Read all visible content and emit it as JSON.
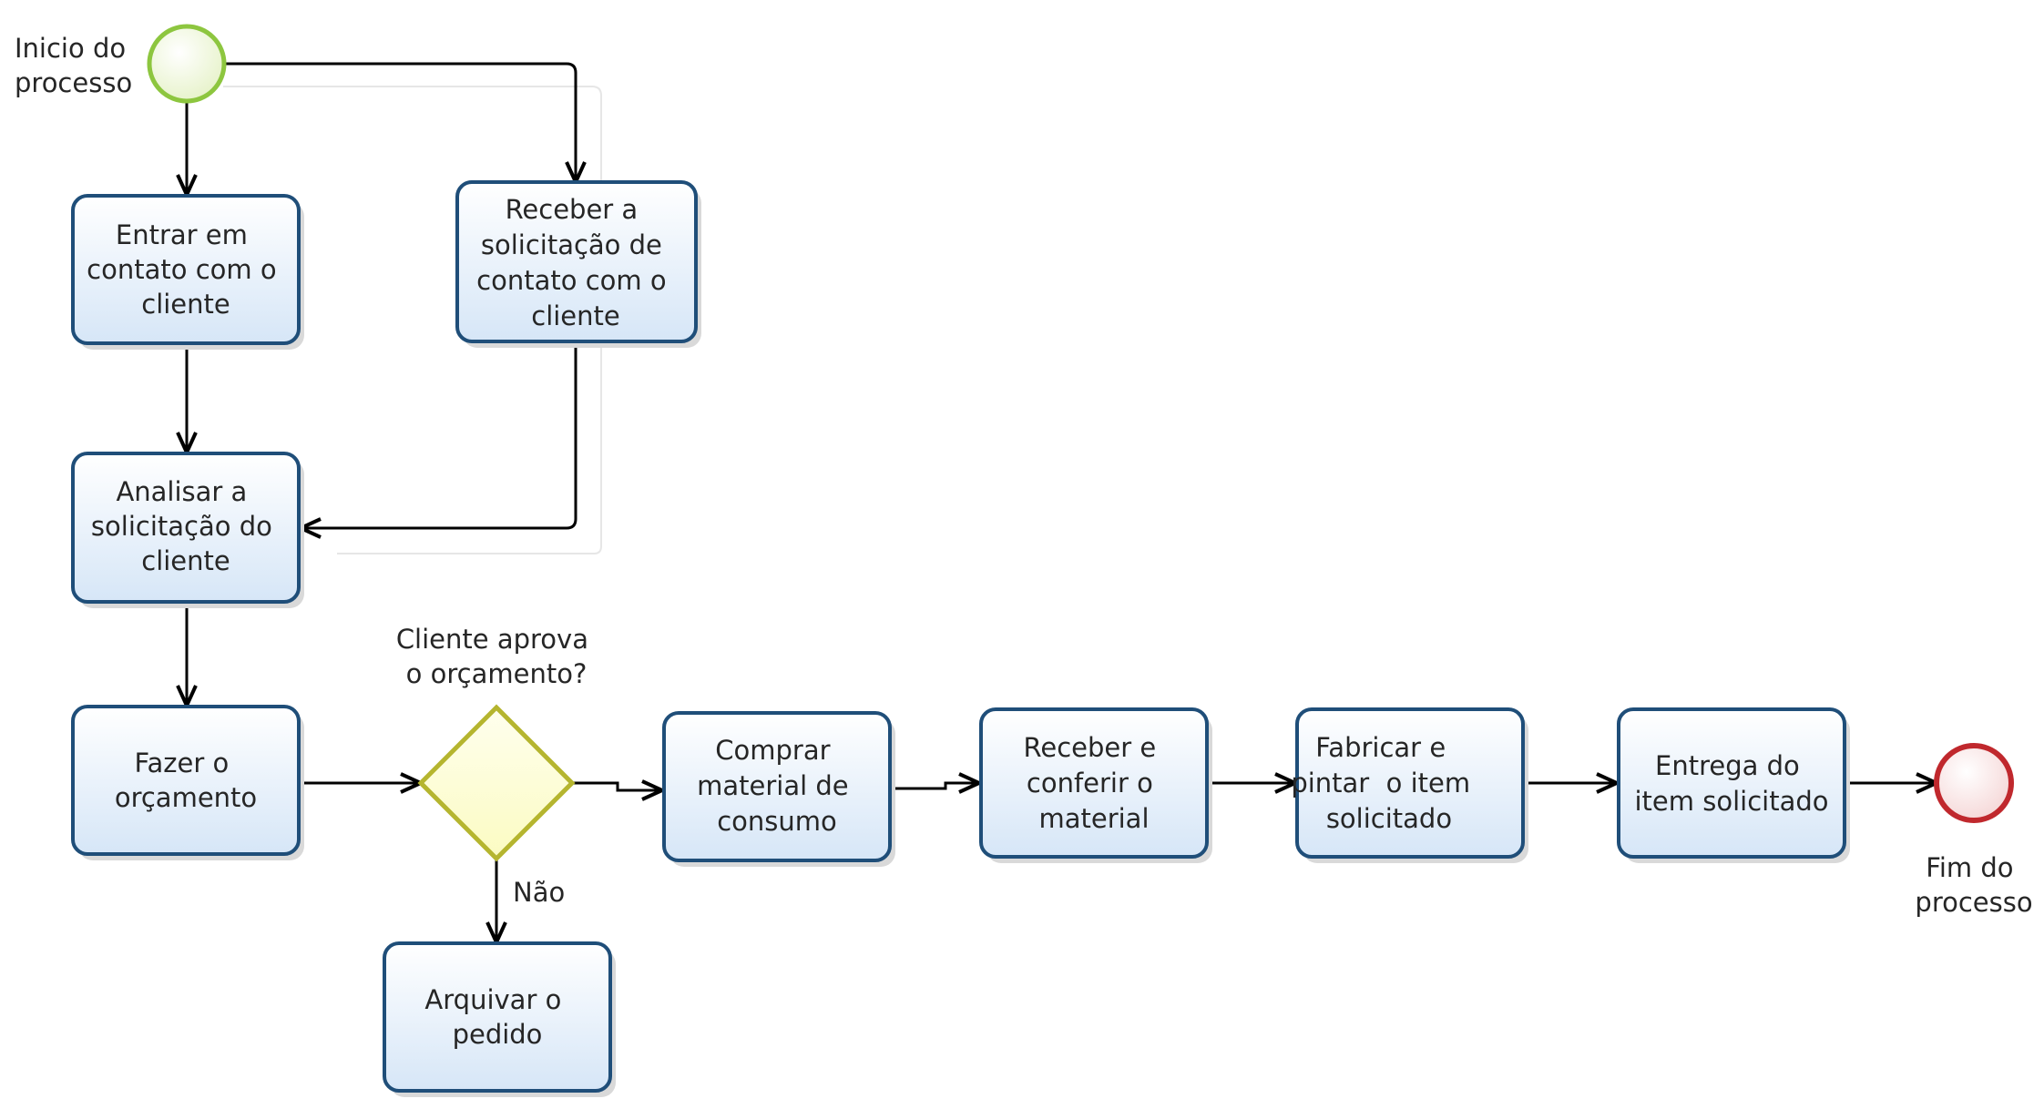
{
  "events": {
    "start": {
      "label_lines": [
        "Inicio do",
        "processo"
      ],
      "color": "#8dc63f"
    },
    "end": {
      "label_lines": [
        "Fim do",
        "processo"
      ],
      "color": "#c0282d"
    }
  },
  "tasks": {
    "contact_client": [
      "Entrar em",
      "contato com o",
      "cliente"
    ],
    "receive_request": [
      "Receber a",
      "solicitação de",
      "contato com o",
      "cliente"
    ],
    "analyze_request": [
      "Analisar a",
      "solicitação do",
      "cliente"
    ],
    "make_quote": [
      "Fazer o",
      "orçamento"
    ],
    "buy_material": [
      "Comprar",
      "material de",
      "consumo"
    ],
    "receive_check": [
      "Receber e",
      "conferir o",
      "material"
    ],
    "fabricate_paint": [
      "Fabricar e",
      "pintar  o item",
      "solicitado"
    ],
    "deliver_item": [
      "Entrega do",
      "item solicitado"
    ],
    "archive_order": [
      "Arquivar o",
      "pedido"
    ]
  },
  "gateway": {
    "question_lines": [
      "Cliente aprova",
      "o orçamento?"
    ],
    "no_label": "Não",
    "color": "#ffffcc",
    "border_color": "#b5b52f"
  },
  "colors": {
    "task_border": "#1f4e79",
    "task_fill_top": "#ffffff",
    "task_fill_bottom": "#dbe9f7",
    "arrow": "#000000"
  }
}
